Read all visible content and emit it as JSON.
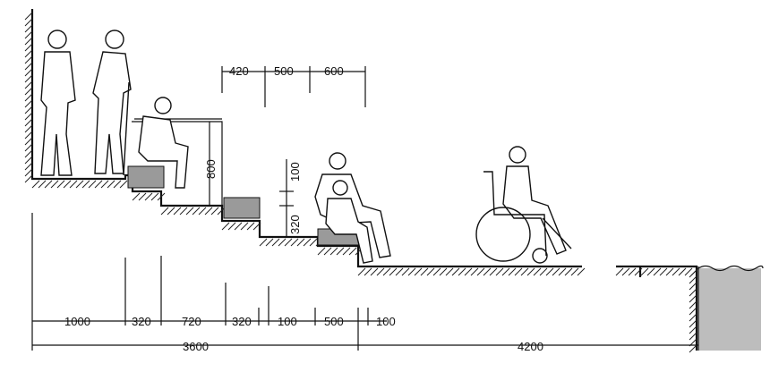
{
  "diagram": {
    "top_dimensions": [
      "420",
      "500",
      "600"
    ],
    "vertical_dimensions": {
      "seat_back_height": "800",
      "step_gap": "100",
      "step_rise": "320"
    },
    "bottom_dimensions": [
      "1000",
      "320",
      "720",
      "320",
      "100",
      "500",
      "100"
    ],
    "total_left": "3600",
    "total_right": "4200",
    "icons": [
      "standing-person",
      "person-with-cane",
      "seated-person",
      "seated-pair",
      "wheelchair-user",
      "water-pool"
    ]
  }
}
